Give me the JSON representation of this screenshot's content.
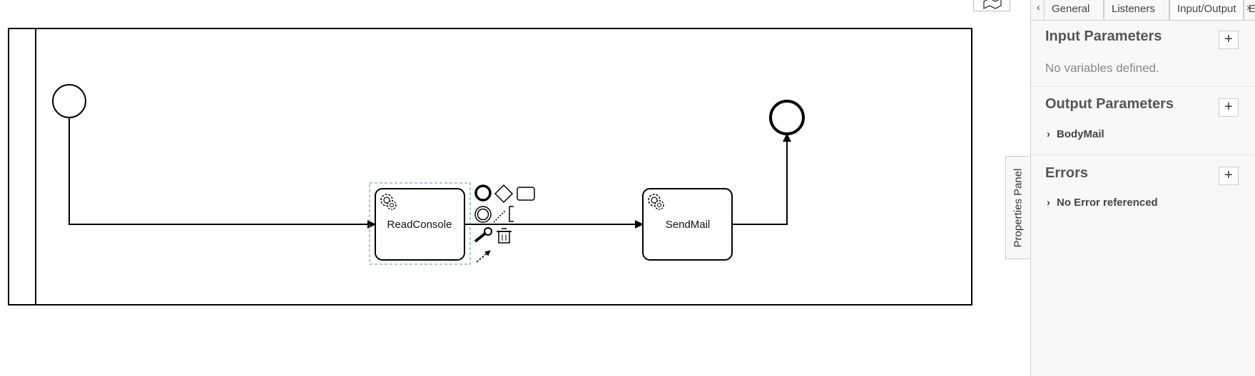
{
  "diagram": {
    "tasks": [
      {
        "id": "read",
        "label": "ReadConsole",
        "icon": "gear-icon"
      },
      {
        "id": "send",
        "label": "SendMail",
        "icon": "gear-icon"
      }
    ],
    "context_pad_icons": [
      "end-event-icon",
      "gateway-icon",
      "task-icon",
      "intermediate-event-icon",
      "text-annotation-icon",
      "wrench-icon",
      "trash-icon",
      "connect-icon"
    ]
  },
  "properties_panel": {
    "toggle_label": "Properties Panel",
    "tabs": [
      {
        "label": "General",
        "active": false
      },
      {
        "label": "Listeners",
        "active": false
      },
      {
        "label": "Input/Output",
        "active": true
      },
      {
        "label": "E",
        "active": false
      }
    ],
    "nav": {
      "left": "‹",
      "right": "›"
    },
    "groups": {
      "input": {
        "title": "Input Parameters",
        "add": "+",
        "empty": "No variables defined."
      },
      "output": {
        "title": "Output Parameters",
        "add": "+",
        "items": [
          "BodyMail"
        ]
      },
      "errors": {
        "title": "Errors",
        "add": "+",
        "items": [
          "No Error referenced"
        ]
      }
    }
  }
}
